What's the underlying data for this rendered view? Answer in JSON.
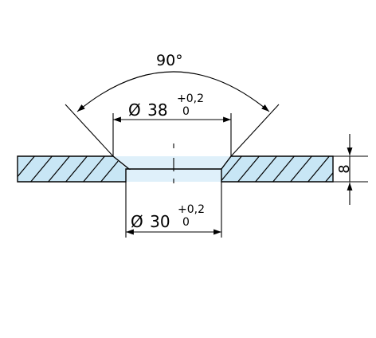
{
  "drawing": {
    "angle_label": "90°",
    "outer_dim": {
      "symbol": "Ø",
      "value": "38",
      "tol_upper": "+0,2",
      "tol_lower": "0"
    },
    "inner_dim": {
      "symbol": "Ø",
      "value": "30",
      "tol_upper": "+0,2",
      "tol_lower": "0"
    },
    "thickness_label": "8",
    "colors": {
      "fill": "#c8e6f5",
      "line": "#000000"
    }
  }
}
